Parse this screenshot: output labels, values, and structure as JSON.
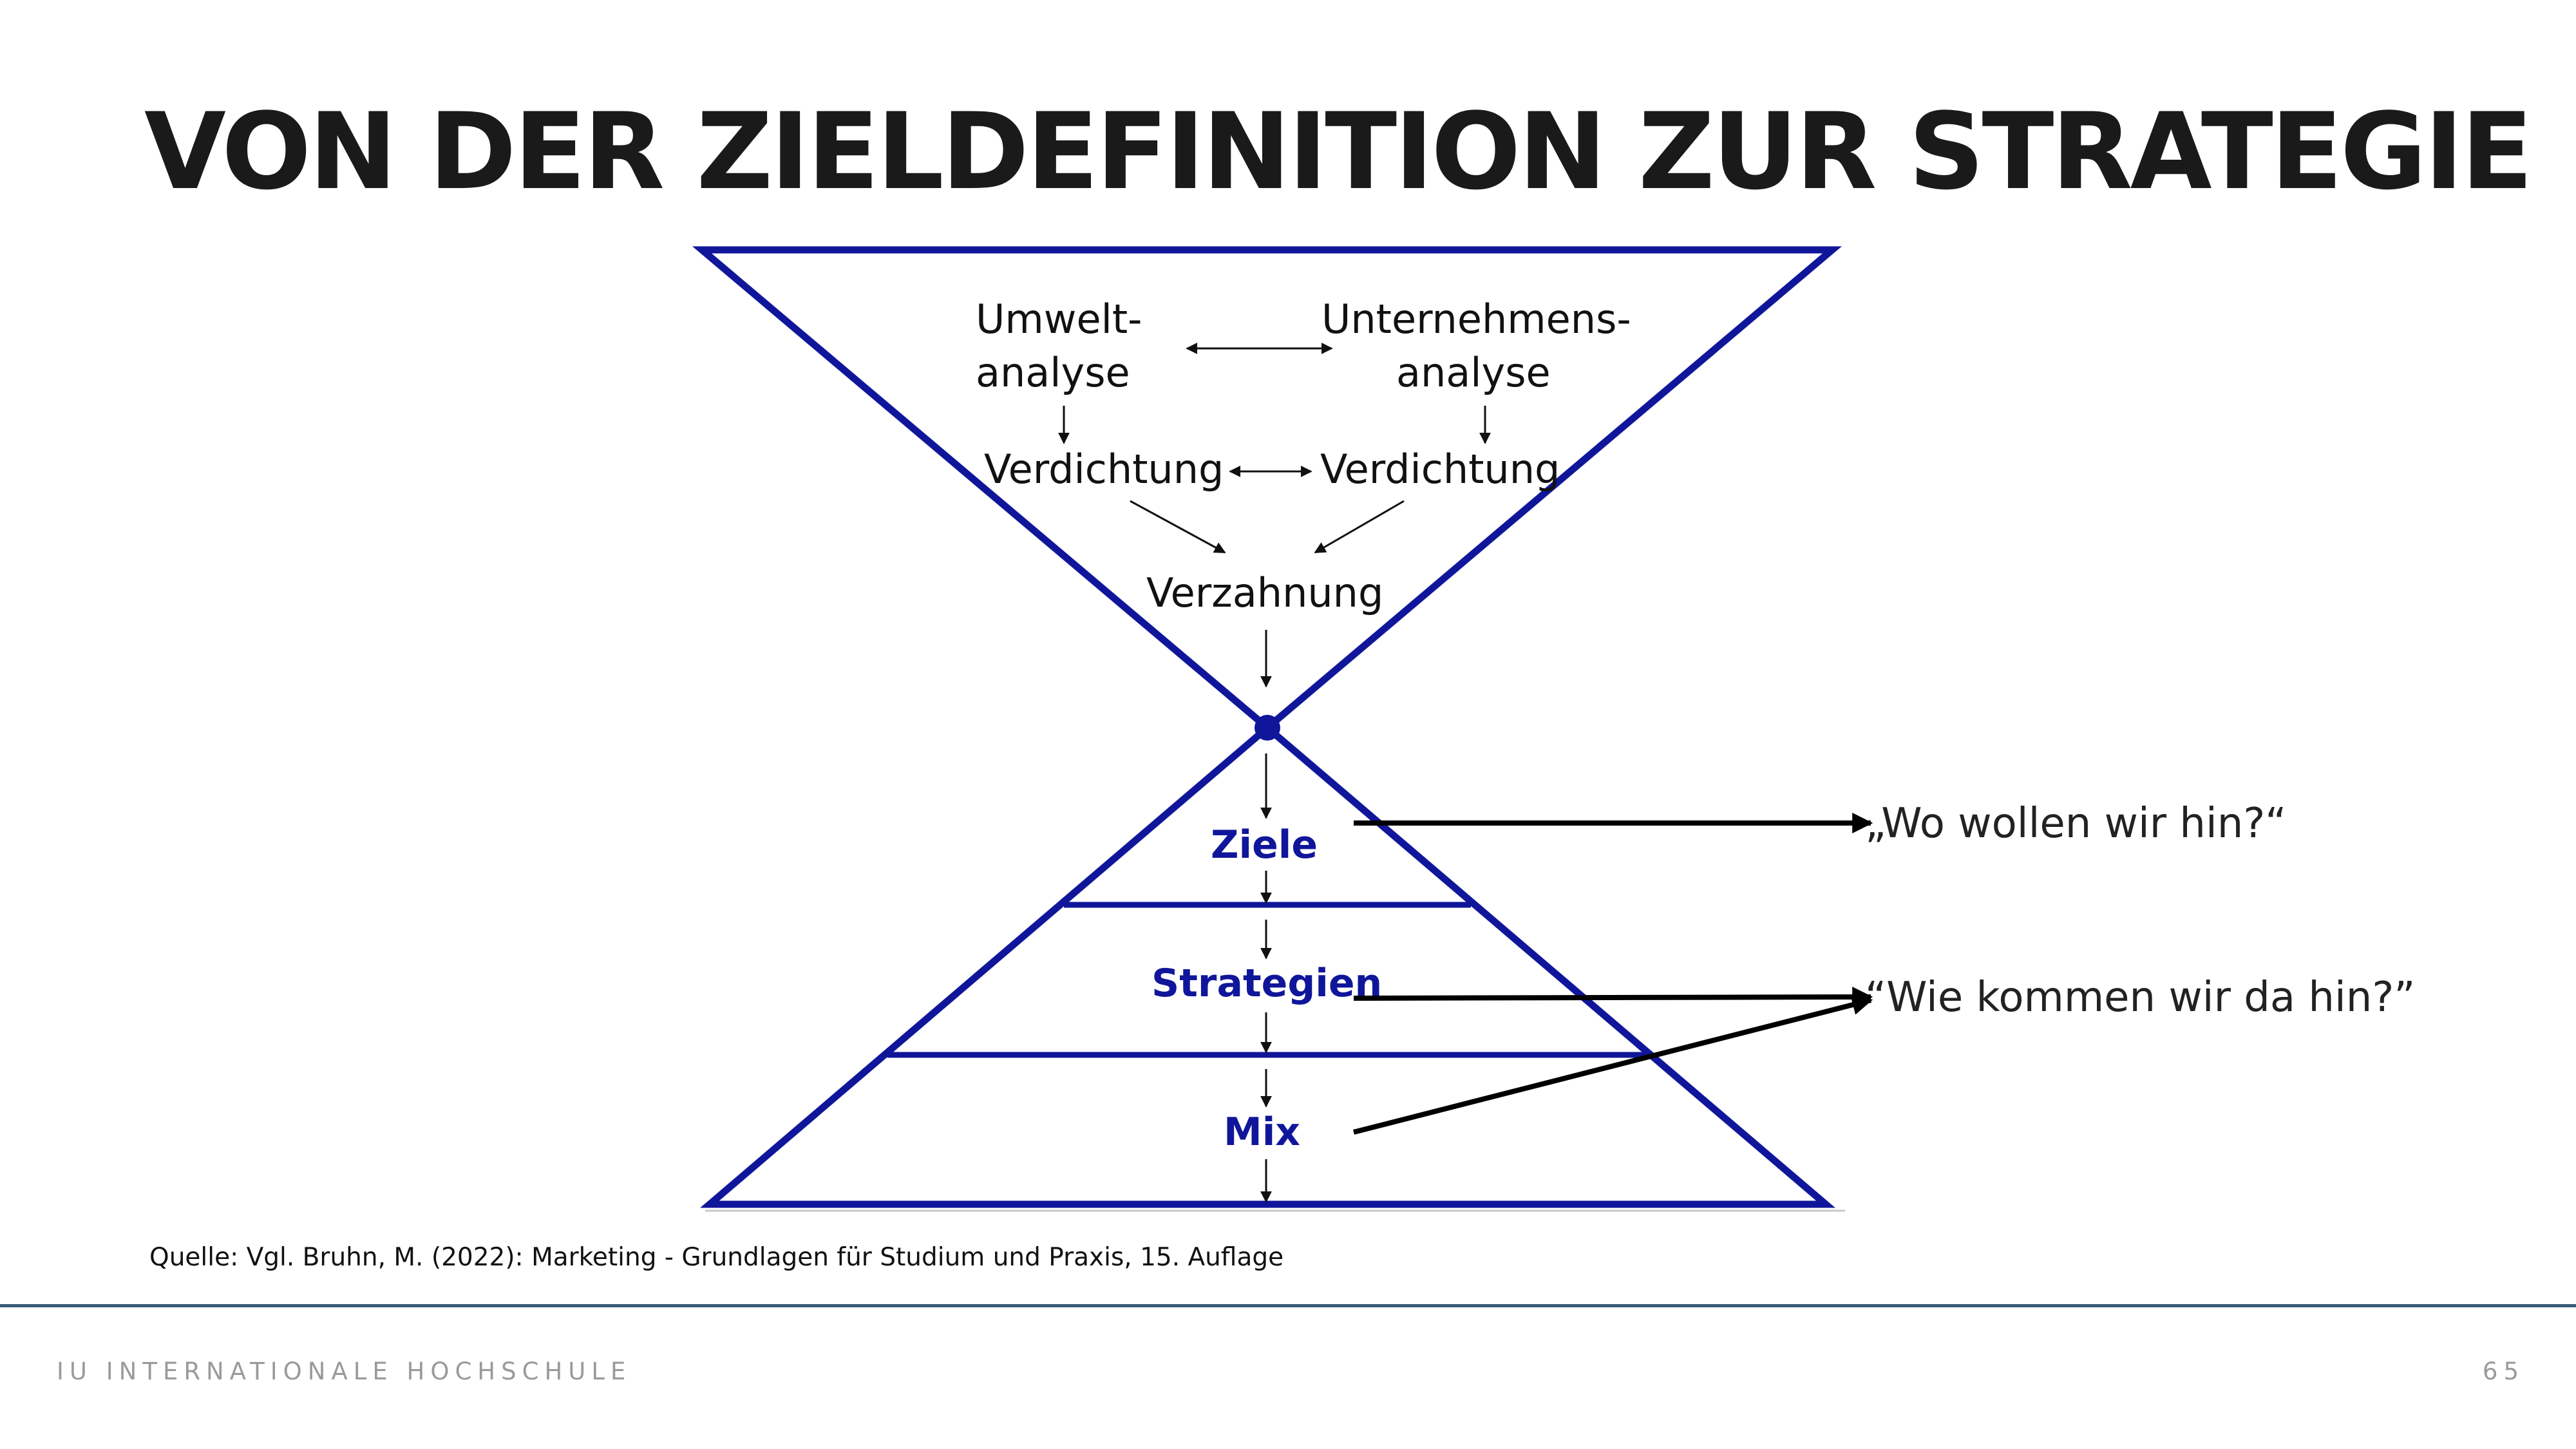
{
  "slide": {
    "title": "VON DER ZIELDEFINITION ZUR STRATEGIE",
    "source": "Quelle: Vgl. Bruhn, M. (2022): Marketing - Grundlagen für Studium und Praxis, 15. Auflage",
    "footer_left": "IU INTERNATIONALE HOCHSCHULE",
    "page_number": "65"
  },
  "diagram": {
    "umwelt_line1": "Umwelt-",
    "umwelt_line2": "analyse",
    "unternehmen_line1": "Unternehmens-",
    "unternehmen_line2": "analyse",
    "verdichtung_left": "Verdichtung",
    "verdichtung_right": "Verdichtung",
    "verzahnung": "Verzahnung",
    "ziele": "Ziele",
    "strategien": "Strategien",
    "mix": "Mix",
    "question_1": "„Wo wollen wir hin?“",
    "question_2": "“Wie kommen wir da hin?”"
  },
  "colors": {
    "funnel_blue": "#10169a",
    "arrow_black": "#111111"
  }
}
